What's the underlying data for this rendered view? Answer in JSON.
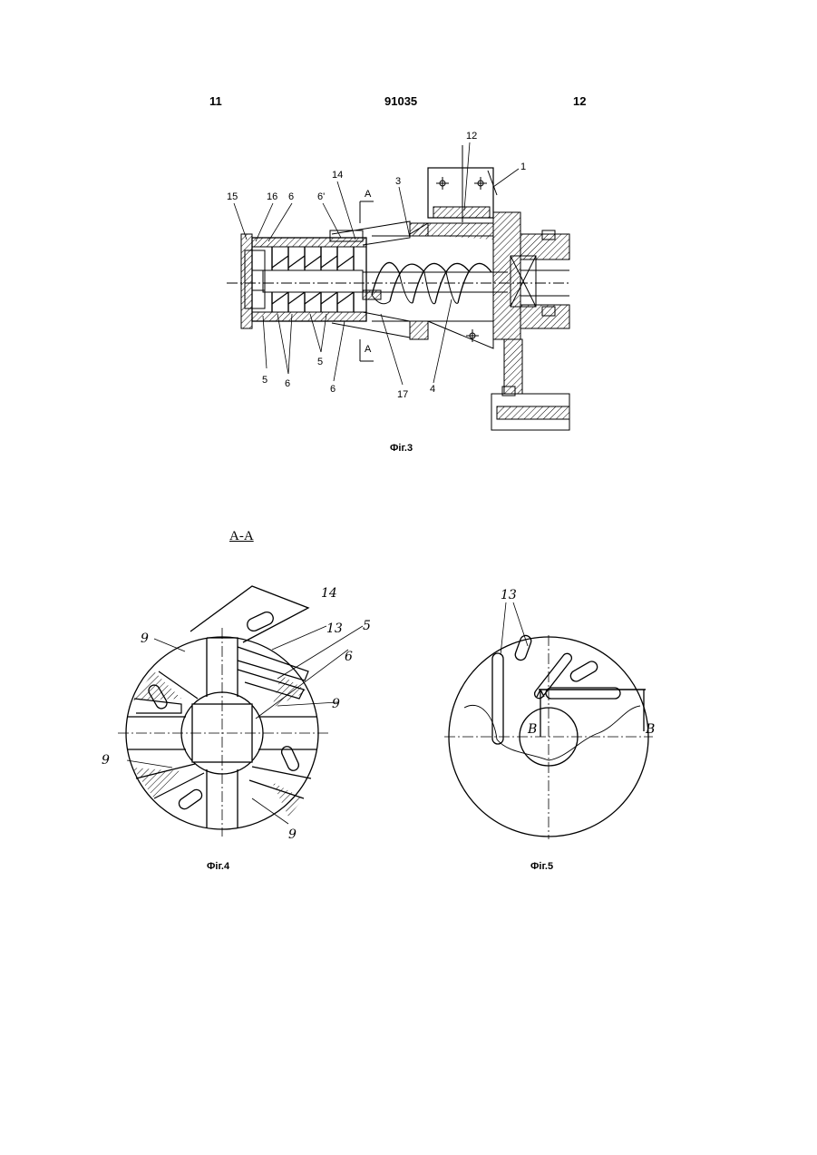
{
  "header": {
    "left_page": "11",
    "patent_number": "91035",
    "right_page": "12"
  },
  "figures": {
    "fig3": {
      "caption": "Фіг.3",
      "labels": [
        "12",
        "1",
        "14",
        "3",
        "A",
        "15",
        "16",
        "6",
        "6'",
        "5",
        "6",
        "5",
        "6",
        "17",
        "4",
        "A"
      ]
    },
    "section_title": "А-А",
    "fig4": {
      "caption": "Фіг.4",
      "labels": [
        "14",
        "9",
        "13",
        "5",
        "6",
        "9",
        "9",
        "9"
      ]
    },
    "fig5": {
      "caption": "Фіг.5",
      "labels": [
        "13",
        "B",
        "B"
      ]
    }
  }
}
